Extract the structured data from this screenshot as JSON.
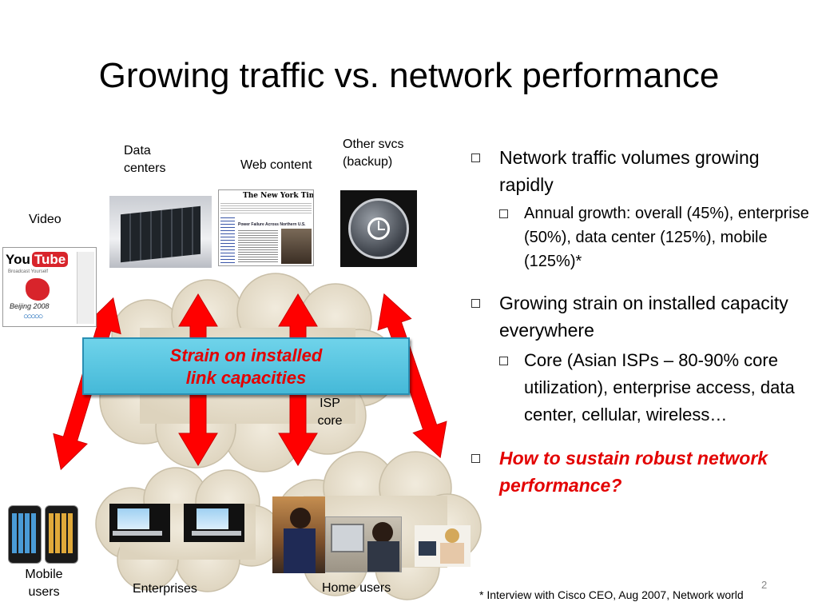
{
  "slide": {
    "title": "Growing traffic vs. network performance",
    "page_number": "2",
    "footnote": "* Interview with Cisco CEO, Aug 2007, Network world"
  },
  "diagram": {
    "labels": {
      "video": "Video",
      "data_centers": "Data\ncenters",
      "web_content": "Web content",
      "other_svcs": "Other svcs\n(backup)",
      "isp_core": "ISP\ncore",
      "mobile_users": "Mobile\nusers",
      "enterprises": "Enterprises",
      "home_users": "Home users"
    },
    "callout": "Strain on installed\nlink capacities",
    "logo_text": {
      "youtube_you": "You",
      "youtube_tube": "Tube",
      "youtube_sub": "Broadcast Yourself",
      "beijing": "Beijing 2008",
      "nyt_title": "The New York Times",
      "nyt_headline": "Power Failure Across Northern U.S."
    },
    "colors": {
      "arrow": "#ff0000",
      "cloud": "#e4dccb",
      "cloud_edge": "#c9bfa8",
      "callout_bg": "#56c3e0",
      "callout_text": "#e30000"
    }
  },
  "bullets": [
    {
      "text": "Network traffic volumes growing rapidly",
      "sub": [
        "Annual growth: overall (45%), enterprise (50%), data center (125%), mobile (125%)*"
      ]
    },
    {
      "text": "Growing strain on installed capacity everywhere",
      "sub": [
        "Core (Asian ISPs – 80-90% core utilization), enterprise access, data center, cellular, wireless…"
      ]
    },
    {
      "text": "How to sustain robust network performance?",
      "emphasis": true,
      "sub": []
    }
  ]
}
